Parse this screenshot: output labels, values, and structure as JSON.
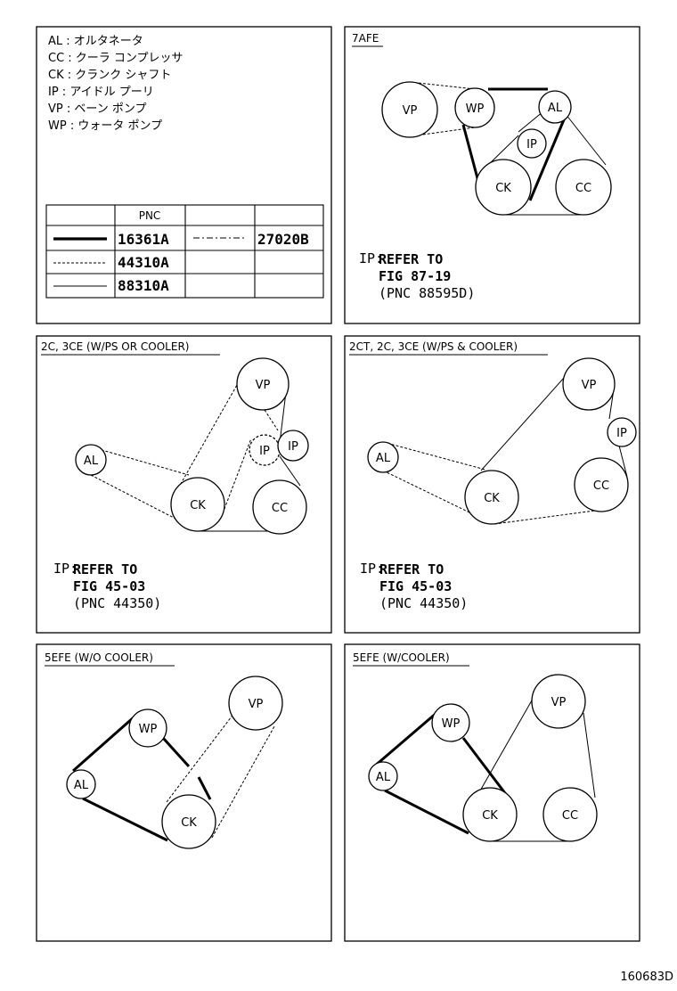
{
  "legend": {
    "abbreviations": [
      "AL : オルタネータ",
      "CC : クーラ コンプレッサ",
      "CK : クランク シャフト",
      "IP : アイドル プーリ",
      "VP : ベーン ポンプ",
      "WP : ウォータ ポンプ"
    ],
    "table_header": "PNC",
    "row1_pnc": "16361A",
    "row1_pnc2": "27020B",
    "row2_pnc": "44310A",
    "row3_pnc": "88310A"
  },
  "panels": {
    "p7afe": {
      "title": "7AFE",
      "ref_prefix": "IP:",
      "ref_line1": "REFER TO",
      "ref_line2": "FIG 87-19",
      "ref_line3": "(PNC 88595D)",
      "labels": {
        "vp": "VP",
        "wp": "WP",
        "al": "AL",
        "ip": "IP",
        "ck": "CK",
        "cc": "CC"
      }
    },
    "p2c": {
      "title": "2C, 3CE (W/PS OR COOLER)",
      "ref_prefix": "IP:",
      "ref_line1": "REFER TO",
      "ref_line2": "FIG 45-03",
      "ref_line3": "(PNC 44350)",
      "labels": {
        "vp": "VP",
        "ip1": "IP",
        "ip2": "IP",
        "al": "AL",
        "ck": "CK",
        "cc": "CC"
      }
    },
    "p2ct": {
      "title": "2CT, 2C, 3CE (W/PS & COOLER)",
      "ref_prefix": "IP:",
      "ref_line1": "REFER TO",
      "ref_line2": "FIG 45-03",
      "ref_line3": "(PNC 44350)",
      "labels": {
        "vp": "VP",
        "ip": "IP",
        "al": "AL",
        "ck": "CK",
        "cc": "CC"
      }
    },
    "p5efe_wo": {
      "title": "5EFE (W/O COOLER)",
      "labels": {
        "vp": "VP",
        "wp": "WP",
        "al": "AL",
        "ck": "CK"
      }
    },
    "p5efe_w": {
      "title": "5EFE (W/COOLER)",
      "labels": {
        "vp": "VP",
        "wp": "WP",
        "al": "AL",
        "ck": "CK",
        "cc": "CC"
      }
    }
  },
  "figure_id": "160683D"
}
